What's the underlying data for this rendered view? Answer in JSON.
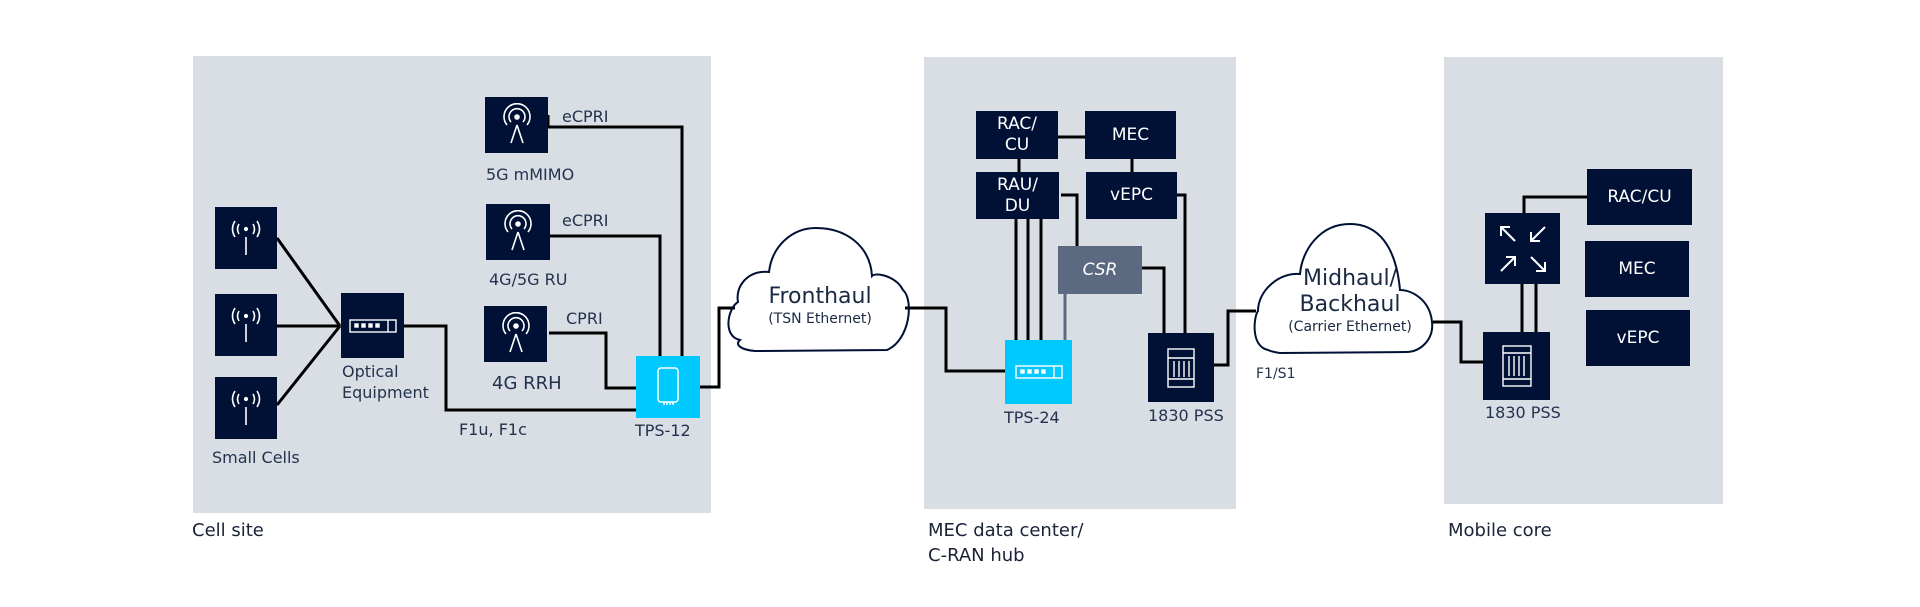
{
  "sections": {
    "cell_site": {
      "label": "Cell site"
    },
    "mec": {
      "label": "MEC data center/\nC-RAN hub"
    },
    "mobile_core": {
      "label": "Mobile core"
    }
  },
  "cell_site": {
    "small_cells_label": "Small Cells",
    "optical_equipment_label": "Optical\nEquipment",
    "mimo_label": "5G mMIMO",
    "ru_label": "4G/5G RU",
    "rrh_label": "4G RRH",
    "tps12_label": "TPS-12",
    "link_mimo": "eCPRI",
    "link_ru": "eCPRI",
    "link_rrh": "CPRI",
    "link_f1": "F1u, F1c"
  },
  "fronthaul": {
    "title": "Fronthaul",
    "subtitle": "(TSN Ethernet)"
  },
  "mec": {
    "rac_cu": "RAC/\nCU",
    "mec": "MEC",
    "rau_du": "RAU/\nDU",
    "vepc": "vEPC",
    "csr": "CSR",
    "tps24_label": "TPS-24",
    "pss_label": "1830 PSS"
  },
  "midhaul": {
    "title_line1": "Midhaul/",
    "title_line2": "Backhaul",
    "subtitle": "(Carrier Ethernet)",
    "link_label": "F1/S1"
  },
  "mobile_core": {
    "rac_cu": "RAC/CU",
    "mec": "MEC",
    "vepc": "vEPC",
    "pss_label": "1830 PSS",
    "router_icon": "router-arrows-icon"
  },
  "colors": {
    "panel": "#d9dee5",
    "node": "#001135",
    "accent": "#00c9ff",
    "csr": "#5b6a80",
    "wire": "#000000"
  }
}
